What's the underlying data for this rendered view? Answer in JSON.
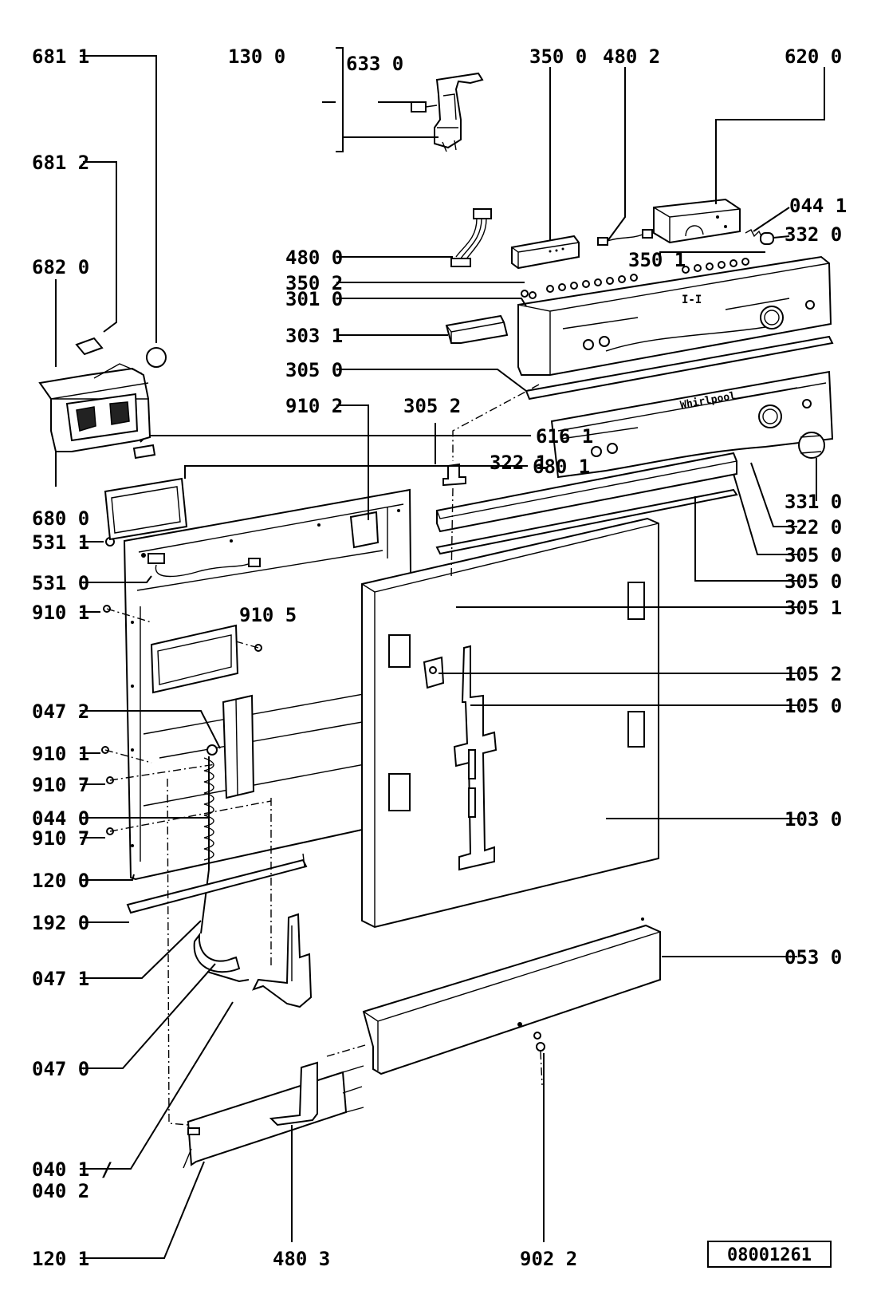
{
  "labels": {
    "l_681_1": "681 1",
    "l_681_2": "681 2",
    "l_682_0": "682 0",
    "l_680_0": "680 0",
    "l_616_1": "616 1",
    "l_680_1": "680 1",
    "l_531_1": "531 1",
    "l_531_0": "531 0",
    "l_910_1a": "910 1",
    "l_910_5": "910 5",
    "l_047_2": "047 2",
    "l_910_1b": "910 1",
    "l_910_7a": "910 7",
    "l_044_0": "044 0",
    "l_910_7b": "910 7",
    "l_120_0": "120 0",
    "l_192_0": "192 0",
    "l_047_1": "047 1",
    "l_047_0": "047 0",
    "l_040_1": "040 1 /",
    "l_040_2": "040 2",
    "l_120_1": "120 1",
    "l_480_3": "480 3",
    "l_902_2": "902 2",
    "l_130_0": "130 0",
    "l_633_0": "633 0",
    "l_350_0": "350 0",
    "l_480_2": "480 2",
    "l_620_0": "620 0",
    "l_044_1": "044 1",
    "l_332_0": "332 0",
    "l_480_0": "480 0",
    "l_350_1": "350 1",
    "l_350_2": "350 2",
    "l_301_0": "301 0",
    "l_303_1": "303 1",
    "l_305_0a": "305 0",
    "l_910_2": "910 2",
    "l_305_2": "305 2",
    "l_322_1": "322 1",
    "l_331_0": "331 0",
    "l_322_0": "322 0",
    "l_305_0b": "305 0",
    "l_305_0c": "305 0",
    "l_305_1": "305 1",
    "l_105_2": "105 2",
    "l_105_0": "105 0",
    "l_103_0": "103 0",
    "l_053_0": "053 0"
  },
  "brand": "Whirlpool",
  "panel_symbol": "I-I",
  "drawing_number": "08001261"
}
